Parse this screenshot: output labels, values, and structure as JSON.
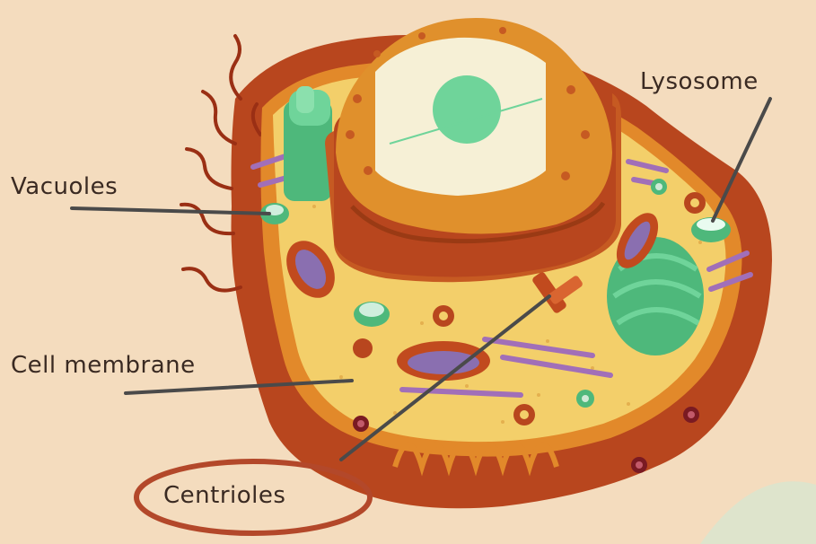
{
  "labels": {
    "lysosome": "Lysosome",
    "vacuoles": "Vacuoles",
    "cell_membrane": "Cell membrane",
    "centrioles": "Centrioles"
  },
  "colors": {
    "background": "#f4dcbe",
    "outer_membrane": "#b8461e",
    "inner_cytoplasm": "#f3cf6a",
    "nucleus_orange": "#e0902c",
    "nucleus_light": "#f6f0d6",
    "nucleolus": "#6fd49a",
    "golgi_green": "#4eb87b",
    "highlight_circle": "#b3482a",
    "leader_line": "#4a4a4a"
  }
}
